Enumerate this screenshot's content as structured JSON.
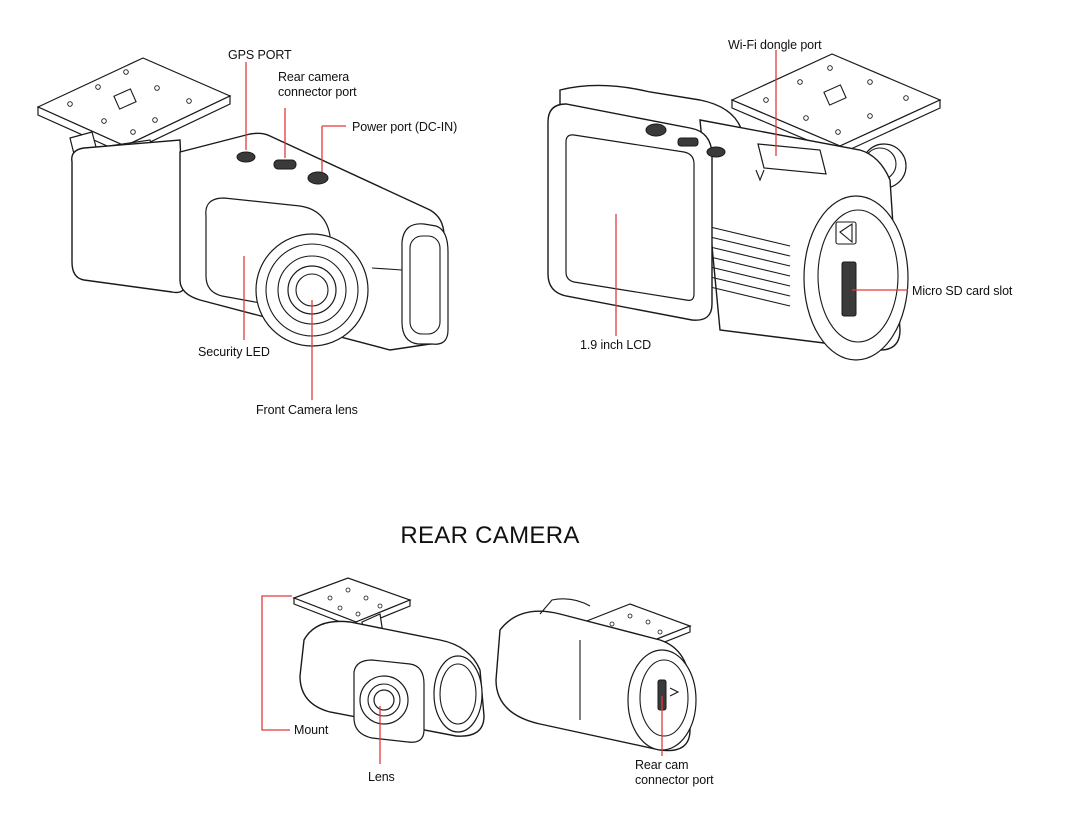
{
  "front_unit": {
    "labels": {
      "gps_port": "GPS PORT",
      "rear_camera_connector_port": "Rear camera connector port",
      "power_port": "Power port (DC-IN)",
      "security_led": "Security LED",
      "front_camera_lens": "Front Camera lens"
    }
  },
  "back_unit": {
    "labels": {
      "wifi_dongle_port": "Wi-Fi dongle port",
      "lcd": "1.9 inch LCD",
      "micro_sd_slot": "Micro SD card slot"
    }
  },
  "rear_camera": {
    "title": "REAR CAMERA",
    "labels": {
      "mount": "Mount",
      "lens": "Lens",
      "rear_cam_connector_port": "Rear cam connector port"
    }
  },
  "colors": {
    "callout": "#e23a3a",
    "outline": "#1a1a1a"
  }
}
